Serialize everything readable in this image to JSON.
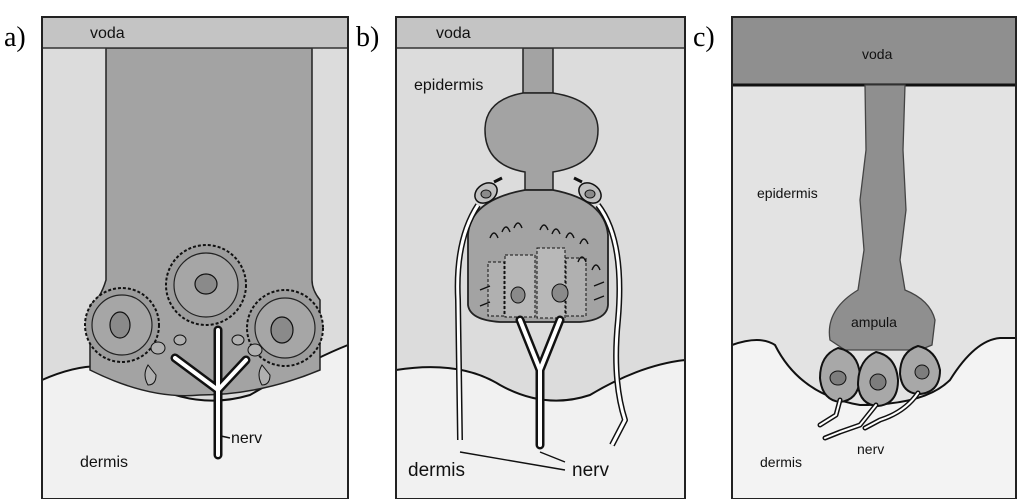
{
  "panels": [
    {
      "letter": "a)",
      "water": "voda",
      "layer_bottom": "dermis",
      "nerve": "nerv"
    },
    {
      "letter": "b)",
      "water": "voda",
      "layer_top": "epidermis",
      "layer_bottom": "dermis",
      "nerve": "nerv"
    },
    {
      "letter": "c)",
      "water": "voda",
      "layer_top": "epidermis",
      "chamber": "ampula",
      "layer_bottom": "dermis",
      "nerve": "nerv"
    }
  ],
  "colors": {
    "water": "#b9b9b9",
    "epidermis": "#dcdcdc",
    "dermis": "#f0f0f0",
    "organ": "#9a9a9a",
    "cell": "#8c8c8c",
    "outline": "#111111"
  }
}
